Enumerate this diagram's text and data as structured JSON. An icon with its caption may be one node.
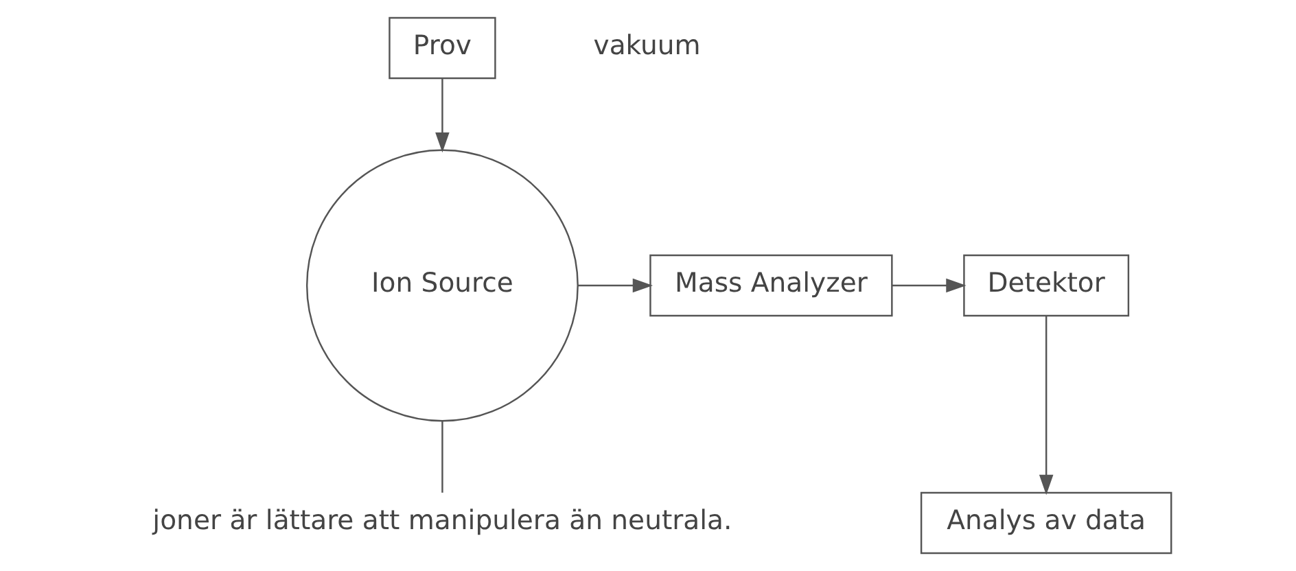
{
  "diagram": {
    "nodes": [
      {
        "text": [
          "Prov"
        ]
      },
      {
        "text": [
          "Ion Source"
        ]
      },
      {
        "text": [
          "Mass Analyzer"
        ]
      },
      {
        "text": [
          "Detektor"
        ]
      },
      {
        "text": [
          "Analys av data"
        ]
      },
      {
        "text": [
          "joner är lättare att manipulera än neutrala."
        ]
      }
    ],
    "edges": [
      {
        "from": 0,
        "to": 1,
        "arrow": "to"
      },
      {
        "from": 1,
        "to": 2,
        "arrow": "to"
      },
      {
        "from": 2,
        "to": 3,
        "arrow": "to"
      },
      {
        "from": 3,
        "to": 4,
        "arrow": "to"
      },
      {
        "from": 5,
        "to": 1,
        "arrow": "none"
      }
    ],
    "labels": [
      "vakuum"
    ]
  }
}
